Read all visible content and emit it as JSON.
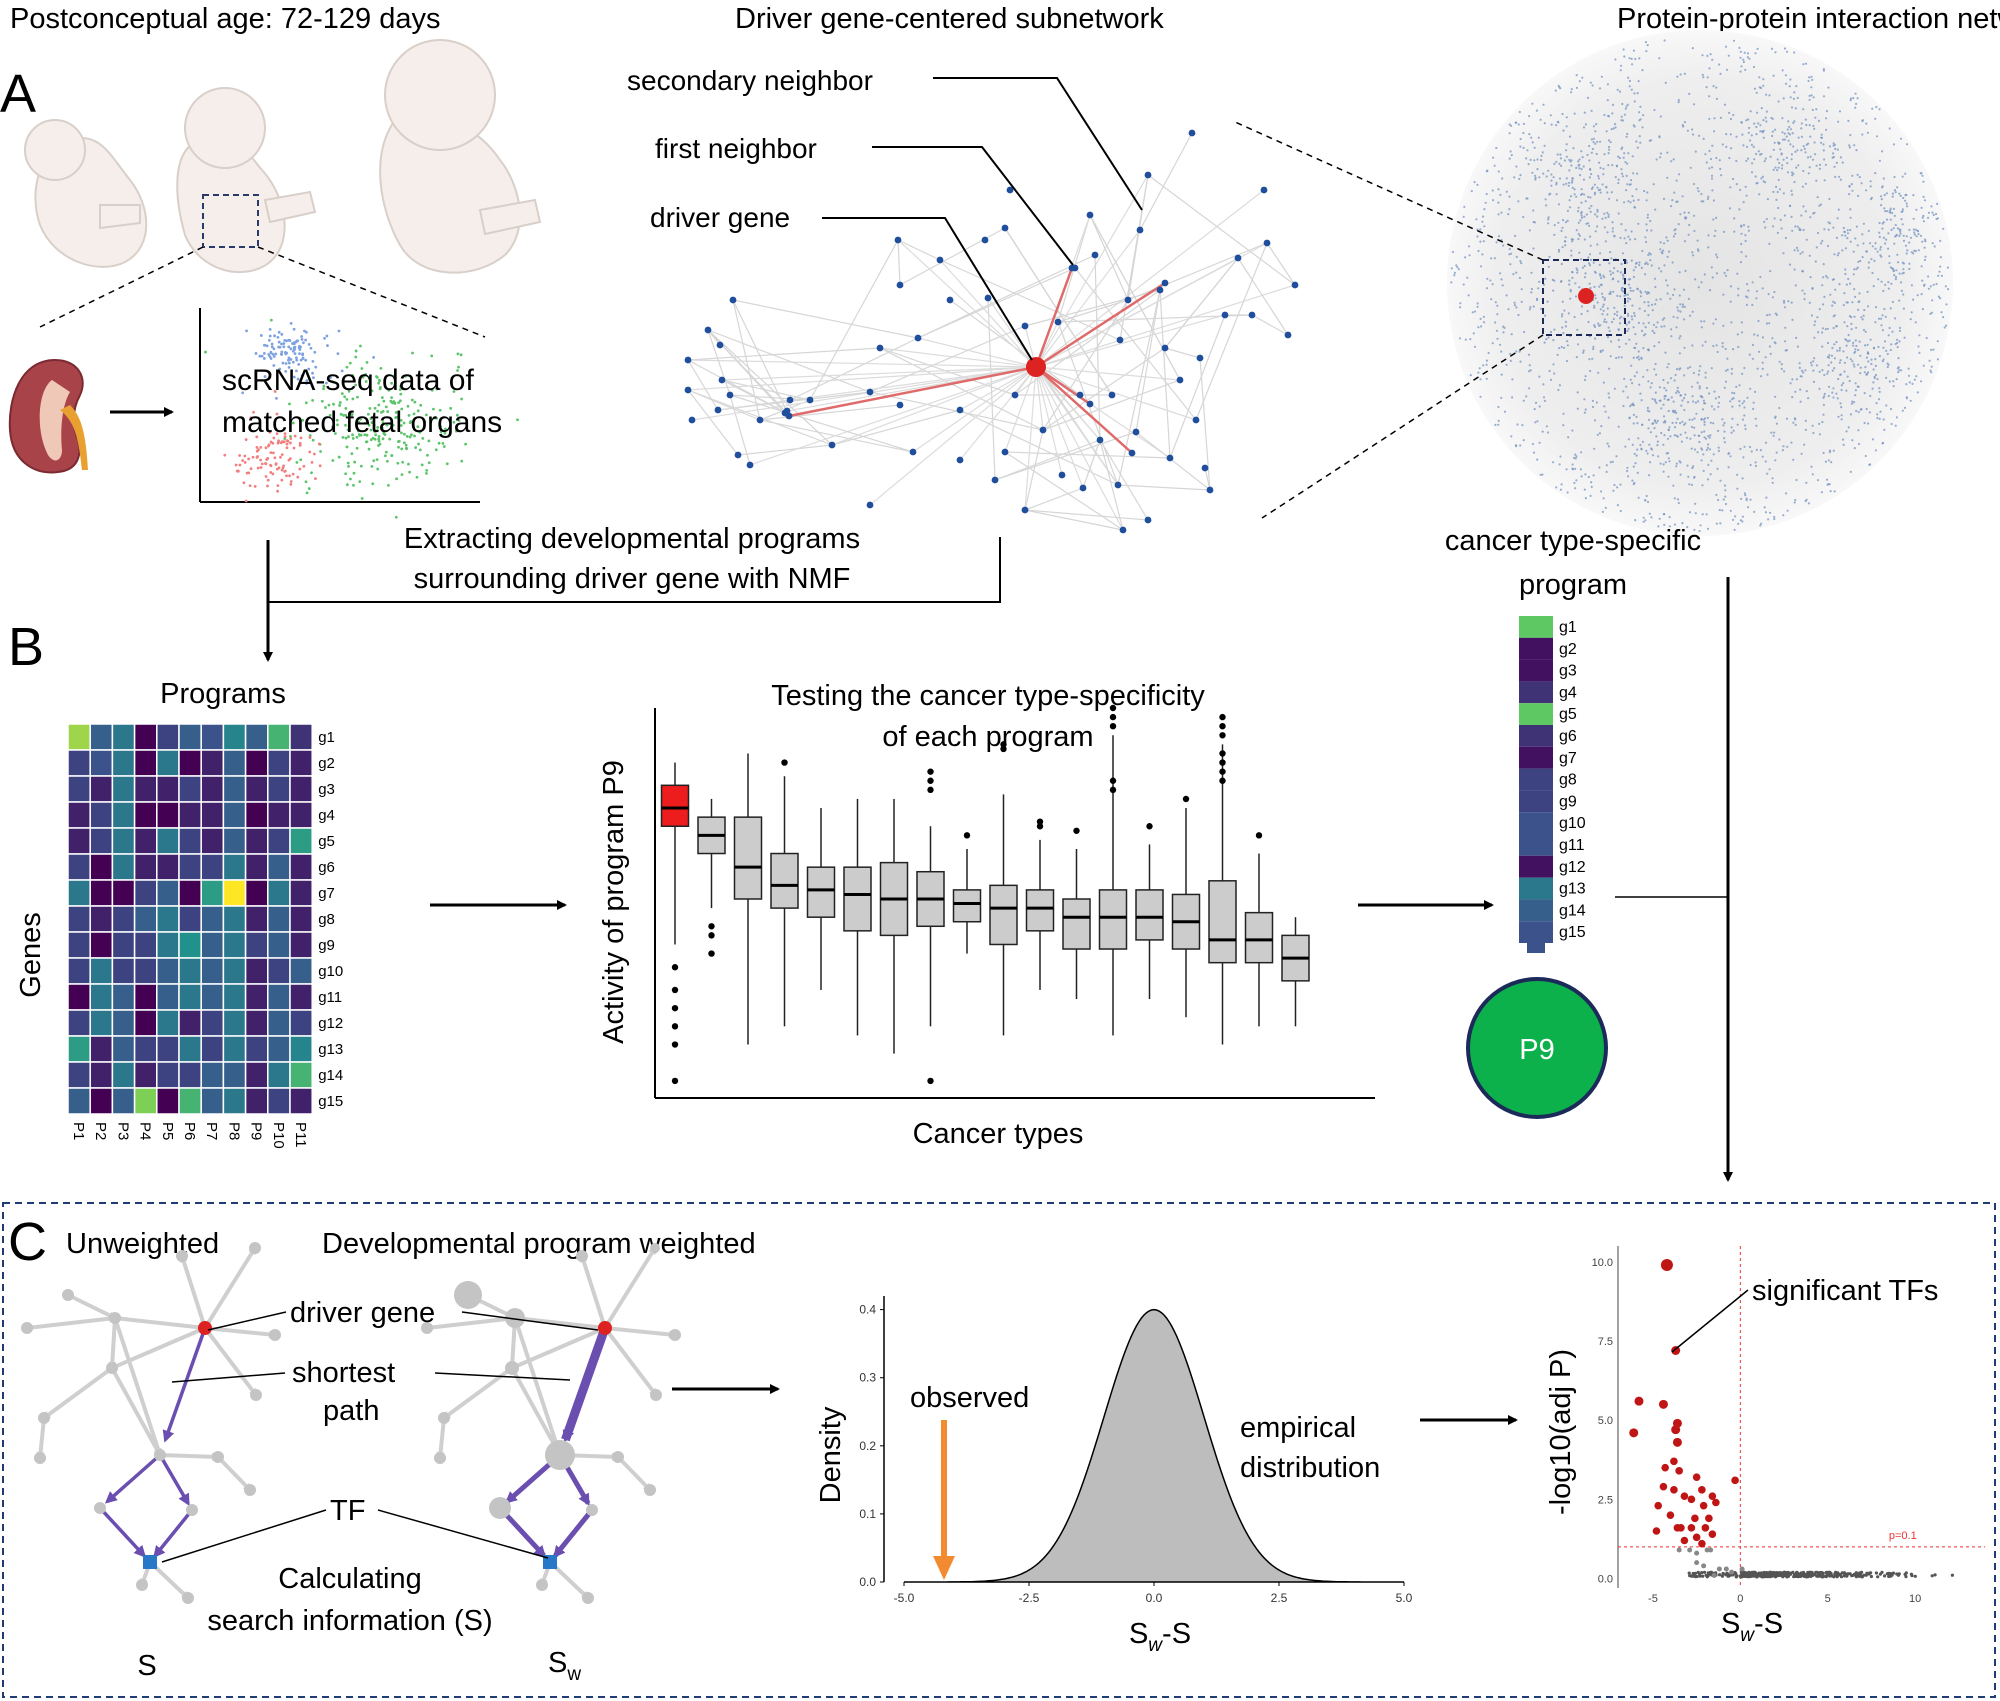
{
  "panel_a": {
    "letter": "A",
    "age_title": "Postconceptual age: 72-129 days",
    "subnet_title": "Driver gene-centered subnetwork",
    "ppi_title": "Protein-protein interaction network",
    "scrna_line1": "scRNA-seq data of",
    "scrna_line2": "matched fetal organs",
    "secondary_neighbor": "secondary neighbor",
    "first_neighbor": "first neighbor",
    "driver_gene": "driver gene",
    "extract_line1": "Extracting developmental programs",
    "extract_line2": "surrounding driver gene with NMF",
    "cts_line1": "cancer type-specific",
    "cts_line2": "program"
  },
  "panel_b": {
    "letter": "B",
    "heatmap_title": "Programs",
    "genes_label": "Genes",
    "gene_names": [
      "g1",
      "g2",
      "g3",
      "g4",
      "g5",
      "g6",
      "g7",
      "g8",
      "g9",
      "g10",
      "g11",
      "g12",
      "g13",
      "g14",
      "g15"
    ],
    "program_names": [
      "P1",
      "P2",
      "P3",
      "P4",
      "P5",
      "P6",
      "P7",
      "P8",
      "P9",
      "P10",
      "P11"
    ],
    "heatmap_values": [
      [
        0.85,
        0.3,
        0.4,
        0.0,
        0.2,
        0.3,
        0.25,
        0.45,
        0.3,
        0.65,
        0.15
      ],
      [
        0.2,
        0.25,
        0.4,
        0.0,
        0.4,
        0.0,
        0.1,
        0.3,
        0.0,
        0.2,
        0.1
      ],
      [
        0.2,
        0.1,
        0.4,
        0.1,
        0.1,
        0.2,
        0.1,
        0.3,
        0.1,
        0.2,
        0.1
      ],
      [
        0.1,
        0.2,
        0.4,
        0.0,
        0.0,
        0.1,
        0.1,
        0.3,
        0.0,
        0.1,
        0.1
      ],
      [
        0.1,
        0.2,
        0.4,
        0.1,
        0.4,
        0.2,
        0.1,
        0.3,
        0.1,
        0.2,
        0.55
      ],
      [
        0.2,
        0.0,
        0.4,
        0.1,
        0.1,
        0.2,
        0.2,
        0.4,
        0.1,
        0.3,
        0.1
      ],
      [
        0.4,
        0.0,
        0.0,
        0.2,
        0.3,
        0.0,
        0.55,
        1.0,
        0.0,
        0.4,
        0.1
      ],
      [
        0.2,
        0.1,
        0.2,
        0.3,
        0.4,
        0.2,
        0.3,
        0.4,
        0.1,
        0.3,
        0.1
      ],
      [
        0.2,
        0.0,
        0.2,
        0.2,
        0.4,
        0.5,
        0.3,
        0.4,
        0.2,
        0.3,
        0.1
      ],
      [
        0.2,
        0.4,
        0.2,
        0.2,
        0.3,
        0.4,
        0.3,
        0.4,
        0.1,
        0.2,
        0.3
      ],
      [
        0.0,
        0.4,
        0.3,
        0.0,
        0.3,
        0.4,
        0.3,
        0.4,
        0.1,
        0.3,
        0.1
      ],
      [
        0.2,
        0.4,
        0.3,
        0.0,
        0.4,
        0.1,
        0.2,
        0.4,
        0.1,
        0.3,
        0.2
      ],
      [
        0.55,
        0.1,
        0.3,
        0.2,
        0.2,
        0.4,
        0.2,
        0.4,
        0.2,
        0.3,
        0.45
      ],
      [
        0.2,
        0.1,
        0.4,
        0.1,
        0.2,
        0.2,
        0.3,
        0.3,
        0.1,
        0.4,
        0.65
      ],
      [
        0.3,
        0.0,
        0.3,
        0.8,
        0.0,
        0.65,
        0.3,
        0.4,
        0.1,
        0.2,
        0.1
      ]
    ],
    "box_title_line1": "Testing the cancer type-specificity",
    "box_title_line2": "of each program",
    "box_ylabel": "Activity of program P9",
    "box_xlabel": "Cancer types",
    "program_label": "P9",
    "program_gene_values": [
      0.75,
      0.05,
      0.05,
      0.15,
      0.75,
      0.15,
      0.05,
      0.2,
      0.2,
      0.25,
      0.25,
      0.05,
      0.4,
      0.3,
      0.25
    ]
  },
  "chart_data": [
    {
      "type": "box",
      "title": "Testing the cancer type-specificity of each program",
      "xlabel": "Cancer types",
      "ylabel": "Activity of program P9",
      "highlight_color": "#ee1d1d",
      "box_color": "#cccccc",
      "series": [
        {
          "q1": 0.86,
          "median": 0.9,
          "q3": 0.95,
          "low": 0.6,
          "high": 1.0,
          "outliers": [
            0.55,
            0.5,
            0.46,
            0.42,
            0.38,
            0.3
          ],
          "highlight": true
        },
        {
          "q1": 0.8,
          "median": 0.84,
          "q3": 0.88,
          "low": 0.68,
          "high": 0.92,
          "outliers": [
            0.64,
            0.62,
            0.58
          ]
        },
        {
          "q1": 0.7,
          "median": 0.77,
          "q3": 0.88,
          "low": 0.38,
          "high": 1.02
        },
        {
          "q1": 0.68,
          "median": 0.73,
          "q3": 0.8,
          "low": 0.42,
          "high": 0.97,
          "outliers": [
            1.0
          ]
        },
        {
          "q1": 0.66,
          "median": 0.72,
          "q3": 0.77,
          "low": 0.5,
          "high": 0.9
        },
        {
          "q1": 0.63,
          "median": 0.71,
          "q3": 0.77,
          "low": 0.4,
          "high": 0.92
        },
        {
          "q1": 0.62,
          "median": 0.7,
          "q3": 0.78,
          "low": 0.36,
          "high": 0.92
        },
        {
          "q1": 0.64,
          "median": 0.7,
          "q3": 0.76,
          "low": 0.42,
          "high": 0.86,
          "outliers": [
            0.98,
            0.96,
            0.94,
            0.3
          ]
        },
        {
          "q1": 0.65,
          "median": 0.69,
          "q3": 0.72,
          "low": 0.58,
          "high": 0.81,
          "outliers": [
            0.84
          ]
        },
        {
          "q1": 0.6,
          "median": 0.68,
          "q3": 0.73,
          "low": 0.4,
          "high": 0.93,
          "outliers": [
            1.03,
            1.04
          ]
        },
        {
          "q1": 0.63,
          "median": 0.68,
          "q3": 0.72,
          "low": 0.5,
          "high": 0.83,
          "outliers": [
            0.86,
            0.87
          ]
        },
        {
          "q1": 0.59,
          "median": 0.66,
          "q3": 0.7,
          "low": 0.48,
          "high": 0.81,
          "outliers": [
            0.85
          ]
        },
        {
          "q1": 0.59,
          "median": 0.66,
          "q3": 0.72,
          "low": 0.4,
          "high": 1.06,
          "outliers": [
            1.12,
            1.1,
            1.08,
            0.96,
            0.94
          ]
        },
        {
          "q1": 0.61,
          "median": 0.66,
          "q3": 0.72,
          "low": 0.48,
          "high": 0.82,
          "outliers": [
            0.86
          ]
        },
        {
          "q1": 0.59,
          "median": 0.65,
          "q3": 0.71,
          "low": 0.44,
          "high": 0.9,
          "outliers": [
            0.92
          ]
        },
        {
          "q1": 0.56,
          "median": 0.61,
          "q3": 0.74,
          "low": 0.38,
          "high": 1.04,
          "outliers": [
            1.1,
            1.08,
            1.06,
            1.02,
            1.0,
            0.98,
            0.96
          ]
        },
        {
          "q1": 0.56,
          "median": 0.61,
          "q3": 0.67,
          "low": 0.42,
          "high": 0.8,
          "outliers": [
            0.84
          ]
        },
        {
          "q1": 0.52,
          "median": 0.57,
          "q3": 0.62,
          "low": 0.42,
          "high": 0.66
        }
      ]
    },
    {
      "type": "area",
      "xlabel": "Sw-S",
      "ylabel": "Density",
      "xlim": [
        -5.0,
        5.0
      ],
      "ylim": [
        0,
        0.4
      ],
      "xticks": [
        "-5.0",
        "-2.5",
        "0.0",
        "2.5",
        "5.0"
      ],
      "yticks": [
        "0.0",
        "0.1",
        "0.2",
        "0.3",
        "0.4"
      ],
      "curve": {
        "mean": 0.0,
        "sd": 1.0,
        "peak": 0.4
      },
      "observed_x": -4.2,
      "fill_color": "#bdbdbd",
      "arrow_color": "#f28a30"
    },
    {
      "type": "scatter",
      "xlabel": "Sw-S",
      "ylabel": "-log10(adj P)",
      "xlim": [
        -7,
        14
      ],
      "ylim": [
        -0.3,
        10.5
      ],
      "xticks": [
        "-5",
        "0",
        "5",
        "10"
      ],
      "yticks": [
        "0.0",
        "2.5",
        "5.0",
        "7.5",
        "10.0"
      ],
      "threshold_y": 1.0,
      "threshold_label": "p=0.1",
      "threshold_color": "#ee3333",
      "significant_color": "#c01515",
      "nonsignificant_color": "#555555",
      "significant": [
        [
          -4.2,
          9.9
        ],
        [
          -3.7,
          7.2
        ],
        [
          -5.8,
          5.6
        ],
        [
          -4.4,
          5.5
        ],
        [
          -3.6,
          4.9
        ],
        [
          -3.7,
          4.7
        ],
        [
          -6.1,
          4.6
        ],
        [
          -3.6,
          4.3
        ],
        [
          -3.8,
          3.7
        ],
        [
          -4.3,
          3.5
        ],
        [
          -3.5,
          3.4
        ],
        [
          -4.4,
          2.9
        ],
        [
          -2.5,
          3.2
        ],
        [
          -3.8,
          2.8
        ],
        [
          -2.2,
          2.8
        ],
        [
          -3.2,
          2.6
        ],
        [
          -2.8,
          2.5
        ],
        [
          -1.6,
          2.6
        ],
        [
          -2.1,
          2.3
        ],
        [
          -1.4,
          2.4
        ],
        [
          -4.7,
          2.3
        ],
        [
          -4.0,
          2.0
        ],
        [
          -3.4,
          1.6
        ],
        [
          -3.6,
          1.6
        ],
        [
          -2.8,
          1.6
        ],
        [
          -2.0,
          1.6
        ],
        [
          -1.6,
          1.4
        ],
        [
          -2.5,
          1.3
        ],
        [
          -3.2,
          1.2
        ],
        [
          -4.8,
          1.5
        ],
        [
          -2.2,
          1.1
        ],
        [
          -0.3,
          3.1
        ],
        [
          -1.8,
          1.9
        ],
        [
          -2.6,
          1.9
        ]
      ],
      "nonsignificant": [
        [
          -3.5,
          0.9
        ],
        [
          -2.9,
          0.9
        ],
        [
          -2.5,
          0.8
        ],
        [
          -1.9,
          0.9
        ],
        [
          -1.7,
          0.9
        ],
        [
          -2.5,
          0.5
        ],
        [
          -2.1,
          0.4
        ],
        [
          -1.2,
          0.3
        ],
        [
          -0.8,
          0.3
        ],
        [
          0.1,
          0.3
        ],
        [
          -1.5,
          0.1
        ],
        [
          -0.5,
          0.2
        ]
      ],
      "baseline_range": [
        0.0,
        13.0
      ]
    }
  ],
  "panel_c": {
    "letter": "C",
    "unweighted": "Unweighted",
    "weighted": "Developmental program weighted",
    "driver_gene": "driver gene",
    "shortest": "shortest",
    "path": "path",
    "tf": "TF",
    "calc_line1": "Calculating",
    "calc_line2": "search information (S)",
    "s_label": "S",
    "sw_base": "S",
    "sw_sub": "w",
    "observed": "observed",
    "empirical_line1": "empirical",
    "empirical_line2": "distribution",
    "dist_x_base": "S",
    "dist_x_sub": "w",
    "dist_x_tail": "-S",
    "significant_tfs": "significant TFs"
  },
  "colors": {
    "driver": "#dd2222",
    "node_blue": "#1f4e9c",
    "edge_gray": "#cfcfcf",
    "edge_red": "#e06a6a",
    "path_purple": "#6a4fb0",
    "tf_blue": "#2878c8",
    "program_green": "#0db14b",
    "program_border": "#1c2a5a",
    "panel_border": "#1f3c74"
  }
}
